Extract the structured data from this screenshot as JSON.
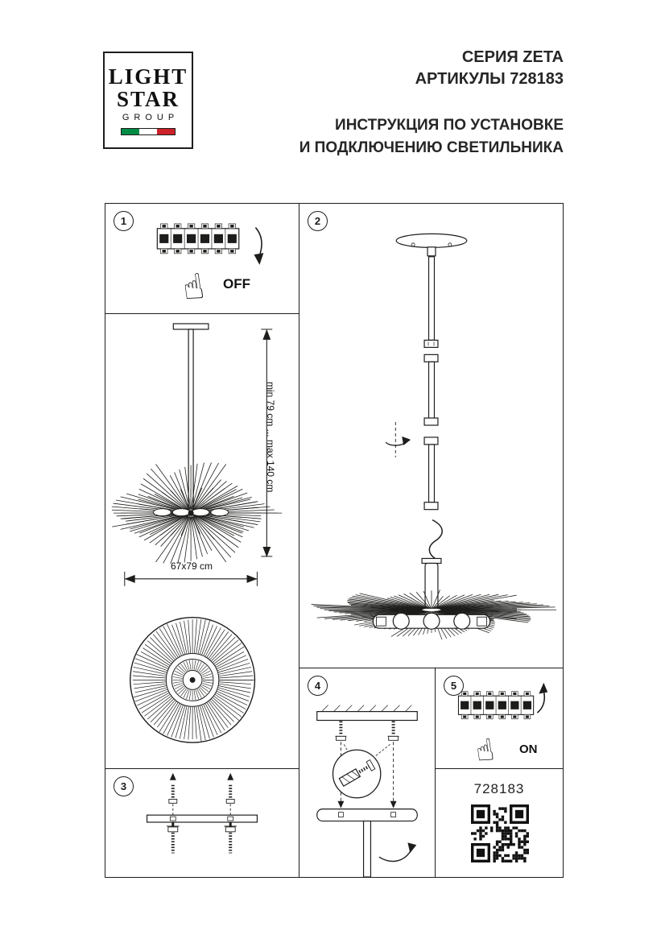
{
  "header": {
    "logo": {
      "word1": "LIGHT",
      "word2": "STAR",
      "word3": "GROUP"
    },
    "series": "СЕРИЯ ZETA",
    "articles": "АРТИКУЛЫ 728183",
    "title1": "ИНСТРУКЦИЯ ПО УСТАНОВКЕ",
    "title2": "И ПОДКЛЮЧЕНИЮ СВЕТИЛЬНИКА"
  },
  "steps": {
    "one": "1",
    "two": "2",
    "three": "3",
    "four": "4",
    "five": "5"
  },
  "labels": {
    "off": "OFF",
    "on": "ON",
    "height": "min 79 cm ... max 140 cm",
    "width": "67x79 cm",
    "article": "728183"
  },
  "icons": {
    "hand": "☝"
  },
  "colors": {
    "ink": "#1d1d1b",
    "flag_green": "#008c45",
    "flag_white": "#ffffff",
    "flag_red": "#cd212a"
  }
}
